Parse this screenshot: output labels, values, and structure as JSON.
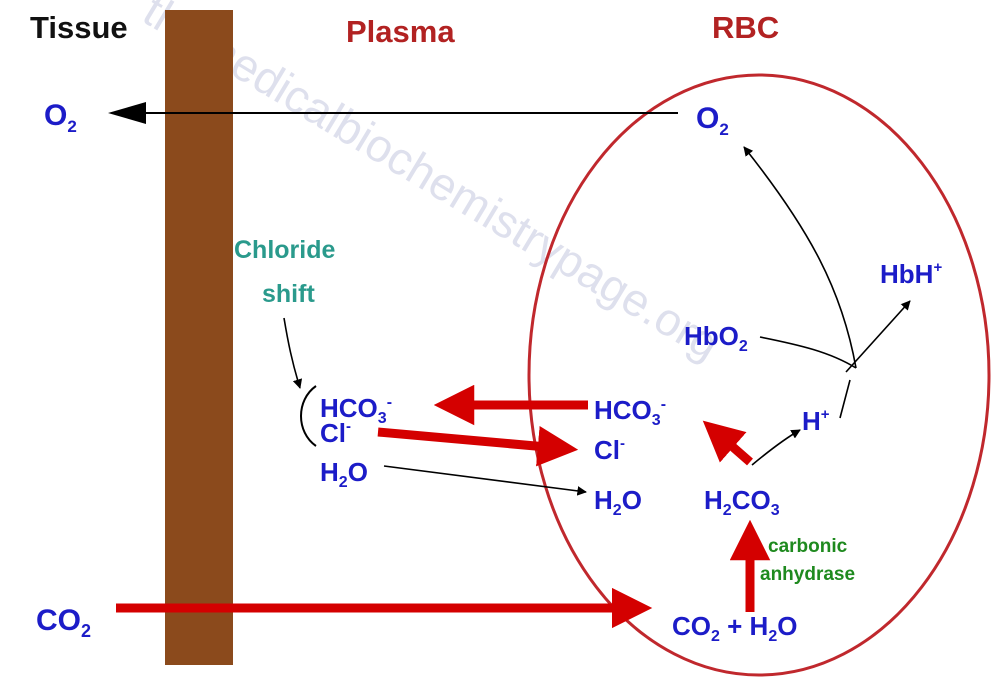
{
  "headers": {
    "tissue": "Tissue",
    "plasma": "Plasma",
    "rbc": "RBC"
  },
  "labels": {
    "o2_left": "O",
    "o2_left_sub": "2",
    "co2_left": "CO",
    "co2_left_sub": "2",
    "o2_rbc": "O",
    "o2_rbc_sub": "2",
    "hbh": "HbH",
    "hbh_sup": "+",
    "hbo2": "HbO",
    "hbo2_sub": "2",
    "h_plus": "H",
    "h_plus_sup": "+",
    "hco3_rbc": "HCO",
    "hco3_rbc_sub": "3",
    "hco3_rbc_sup": "-",
    "cl_rbc": "Cl",
    "cl_rbc_sup": "-",
    "h2o_rbc_a": "H",
    "h2o_rbc_sub": "2",
    "h2o_rbc_b": "O",
    "h2co3_a": "H",
    "h2co3_sub1": "2",
    "h2co3_b": "CO",
    "h2co3_sub2": "3",
    "co2h2o_a": "CO",
    "co2h2o_sub1": "2",
    "co2h2o_b": " + H",
    "co2h2o_sub2": "2",
    "co2h2o_c": "O",
    "hco3_plasma": "HCO",
    "hco3_plasma_sub": "3",
    "hco3_plasma_sup": "-",
    "cl_plasma": "Cl",
    "cl_plasma_sup": "-",
    "h2o_plasma_a": "H",
    "h2o_plasma_sub": "2",
    "h2o_plasma_b": "O",
    "chloride_shift_1": "Chloride",
    "chloride_shift_2": "shift",
    "carbonic_1": "carbonic",
    "carbonic_2": "anhydrase"
  },
  "watermark": "themedicalbiochemistrypage.org",
  "colors": {
    "tissue_wall": "#8b4a1c",
    "header_red": "#b22222",
    "formula_blue": "#1c1cc8",
    "enzyme_green": "#1f8a1f",
    "shift_teal": "#2a9a8c",
    "arrow_red": "#d40000",
    "cell_border": "#c0282d"
  }
}
